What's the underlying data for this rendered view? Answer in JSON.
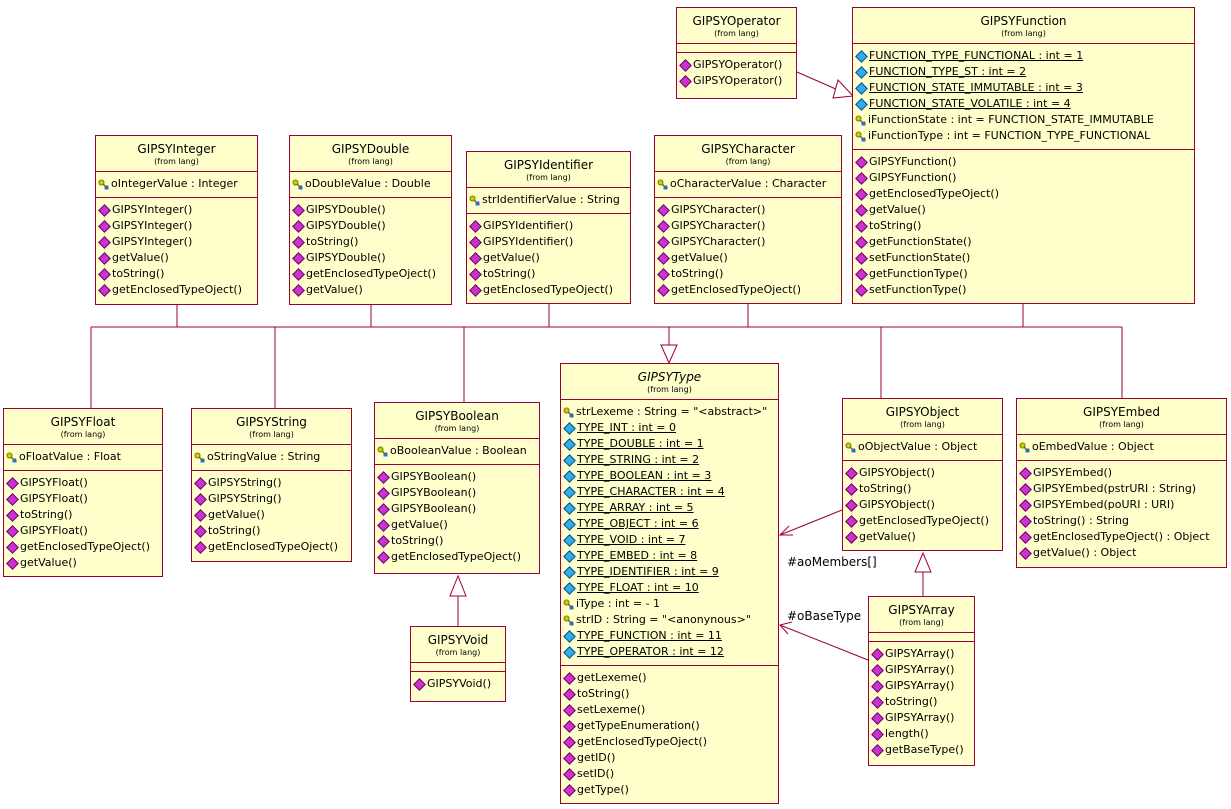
{
  "labels": {
    "ao_members": "#aoMembers[]",
    "o_base_type": "#oBaseType"
  },
  "classes": {
    "operator": {
      "name": "GIPSYOperator",
      "pkg": "(from lang)",
      "attrs": [],
      "ops": [
        "GIPSYOperator()",
        "GIPSYOperator()"
      ]
    },
    "function": {
      "name": "GIPSYFunction",
      "pkg": "(from lang)",
      "attrs": [
        {
          "icon": "static-attribute-icon",
          "text": "FUNCTION_TYPE_FUNCTIONAL : int = 1"
        },
        {
          "icon": "static-attribute-icon",
          "text": "FUNCTION_TYPE_ST : int = 2"
        },
        {
          "icon": "static-attribute-icon",
          "text": "FUNCTION_STATE_IMMUTABLE : int = 3"
        },
        {
          "icon": "static-attribute-icon",
          "text": "FUNCTION_STATE_VOLATILE : int = 4"
        },
        {
          "icon": "protected-attribute-icon",
          "text": "iFunctionState : int = FUNCTION_STATE_IMMUTABLE"
        },
        {
          "icon": "protected-attribute-icon",
          "text": "iFunctionType : int = FUNCTION_TYPE_FUNCTIONAL"
        }
      ],
      "ops": [
        "GIPSYFunction()",
        "GIPSYFunction()",
        "getEnclosedTypeOject()",
        "getValue()",
        "toString()",
        "getFunctionState()",
        "setFunctionState()",
        "getFunctionType()",
        "setFunctionType()"
      ]
    },
    "integer": {
      "name": "GIPSYInteger",
      "pkg": "(from lang)",
      "attrs": [
        {
          "icon": "protected-attribute-icon",
          "text": "oIntegerValue : Integer"
        }
      ],
      "ops": [
        "GIPSYInteger()",
        "GIPSYInteger()",
        "GIPSYInteger()",
        "getValue()",
        "toString()",
        "getEnclosedTypeOject()"
      ]
    },
    "double": {
      "name": "GIPSYDouble",
      "pkg": "(from lang)",
      "attrs": [
        {
          "icon": "protected-attribute-icon",
          "text": "oDoubleValue : Double"
        }
      ],
      "ops": [
        "GIPSYDouble()",
        "GIPSYDouble()",
        "toString()",
        "GIPSYDouble()",
        "getEnclosedTypeOject()",
        "getValue()"
      ]
    },
    "identifier": {
      "name": "GIPSYIdentifier",
      "pkg": "(from lang)",
      "attrs": [
        {
          "icon": "protected-attribute-icon",
          "text": "strIdentifierValue : String"
        }
      ],
      "ops": [
        "GIPSYIdentifier()",
        "GIPSYIdentifier()",
        "getValue()",
        "toString()",
        "getEnclosedTypeOject()"
      ]
    },
    "character": {
      "name": "GIPSYCharacter",
      "pkg": "(from lang)",
      "attrs": [
        {
          "icon": "protected-attribute-icon",
          "text": "oCharacterValue : Character"
        }
      ],
      "ops": [
        "GIPSYCharacter()",
        "GIPSYCharacter()",
        "GIPSYCharacter()",
        "getValue()",
        "toString()",
        "getEnclosedTypeOject()"
      ]
    },
    "float": {
      "name": "GIPSYFloat",
      "pkg": "(from lang)",
      "attrs": [
        {
          "icon": "protected-attribute-icon",
          "text": "oFloatValue : Float"
        }
      ],
      "ops": [
        "GIPSYFloat()",
        "GIPSYFloat()",
        "toString()",
        "GIPSYFloat()",
        "getEnclosedTypeOject()",
        "getValue()"
      ]
    },
    "string": {
      "name": "GIPSYString",
      "pkg": "(from lang)",
      "attrs": [
        {
          "icon": "protected-attribute-icon",
          "text": "oStringValue : String"
        }
      ],
      "ops": [
        "GIPSYString()",
        "GIPSYString()",
        "getValue()",
        "toString()",
        "getEnclosedTypeOject()"
      ]
    },
    "boolean": {
      "name": "GIPSYBoolean",
      "pkg": "(from lang)",
      "attrs": [
        {
          "icon": "protected-attribute-icon",
          "text": "oBooleanValue : Boolean"
        }
      ],
      "ops": [
        "GIPSYBoolean()",
        "GIPSYBoolean()",
        "GIPSYBoolean()",
        "getValue()",
        "toString()",
        "getEnclosedTypeOject()"
      ]
    },
    "type": {
      "name": "GIPSYType",
      "pkg": "(from lang)",
      "attrs": [
        {
          "icon": "protected-attribute-icon",
          "text": "strLexeme : String = \"<abstract>\""
        },
        {
          "icon": "static-attribute-icon",
          "text": "TYPE_INT : int = 0"
        },
        {
          "icon": "static-attribute-icon",
          "text": "TYPE_DOUBLE : int = 1"
        },
        {
          "icon": "static-attribute-icon",
          "text": "TYPE_STRING : int = 2"
        },
        {
          "icon": "static-attribute-icon",
          "text": "TYPE_BOOLEAN : int = 3"
        },
        {
          "icon": "static-attribute-icon",
          "text": "TYPE_CHARACTER : int = 4"
        },
        {
          "icon": "static-attribute-icon",
          "text": "TYPE_ARRAY : int = 5"
        },
        {
          "icon": "static-attribute-icon",
          "text": "TYPE_OBJECT : int = 6"
        },
        {
          "icon": "static-attribute-icon",
          "text": "TYPE_VOID : int = 7"
        },
        {
          "icon": "static-attribute-icon",
          "text": "TYPE_EMBED : int = 8"
        },
        {
          "icon": "static-attribute-icon",
          "text": "TYPE_IDENTIFIER : int = 9"
        },
        {
          "icon": "static-attribute-icon",
          "text": "TYPE_FLOAT : int = 10"
        },
        {
          "icon": "protected-attribute-icon",
          "text": "iType : int = - 1"
        },
        {
          "icon": "protected-attribute-icon",
          "text": "strID : String = \"<anonynous>\""
        },
        {
          "icon": "static-attribute-icon",
          "text": "TYPE_FUNCTION : int = 11"
        },
        {
          "icon": "static-attribute-icon",
          "text": "TYPE_OPERATOR : int = 12"
        }
      ],
      "ops": [
        "getLexeme()",
        "toString()",
        "setLexeme()",
        "getTypeEnumeration()",
        "getEnclosedTypeOject()",
        "getID()",
        "setID()",
        "getType()"
      ]
    },
    "object": {
      "name": "GIPSYObject",
      "pkg": "(from lang)",
      "attrs": [
        {
          "icon": "protected-attribute-icon",
          "text": "oObjectValue : Object"
        }
      ],
      "ops": [
        "GIPSYObject()",
        "toString()",
        "GIPSYObject()",
        "getEnclosedTypeOject()",
        "getValue()"
      ]
    },
    "embed": {
      "name": "GIPSYEmbed",
      "pkg": "(from lang)",
      "attrs": [
        {
          "icon": "protected-attribute-icon",
          "text": "oEmbedValue : Object"
        }
      ],
      "ops": [
        "GIPSYEmbed()",
        "GIPSYEmbed(pstrURI : String)",
        "GIPSYEmbed(poURI : URI)",
        "toString() : String",
        "getEnclosedTypeOject() : Object",
        "getValue() : Object"
      ]
    },
    "void": {
      "name": "GIPSYVoid",
      "pkg": "(from lang)",
      "attrs": [],
      "ops": [
        "GIPSYVoid()"
      ]
    },
    "array": {
      "name": "GIPSYArray",
      "pkg": "(from lang)",
      "attrs": [],
      "ops": [
        "GIPSYArray()",
        "GIPSYArray()",
        "GIPSYArray()",
        "toString()",
        "GIPSYArray()",
        "length()",
        "getBaseType()"
      ]
    }
  },
  "colors": {
    "border": "#990033",
    "fill": "#ffffcc",
    "operation_icon": "#cc33cc",
    "static_attribute_icon": "#33aaee",
    "protected_key_icon": "#cccc00"
  }
}
